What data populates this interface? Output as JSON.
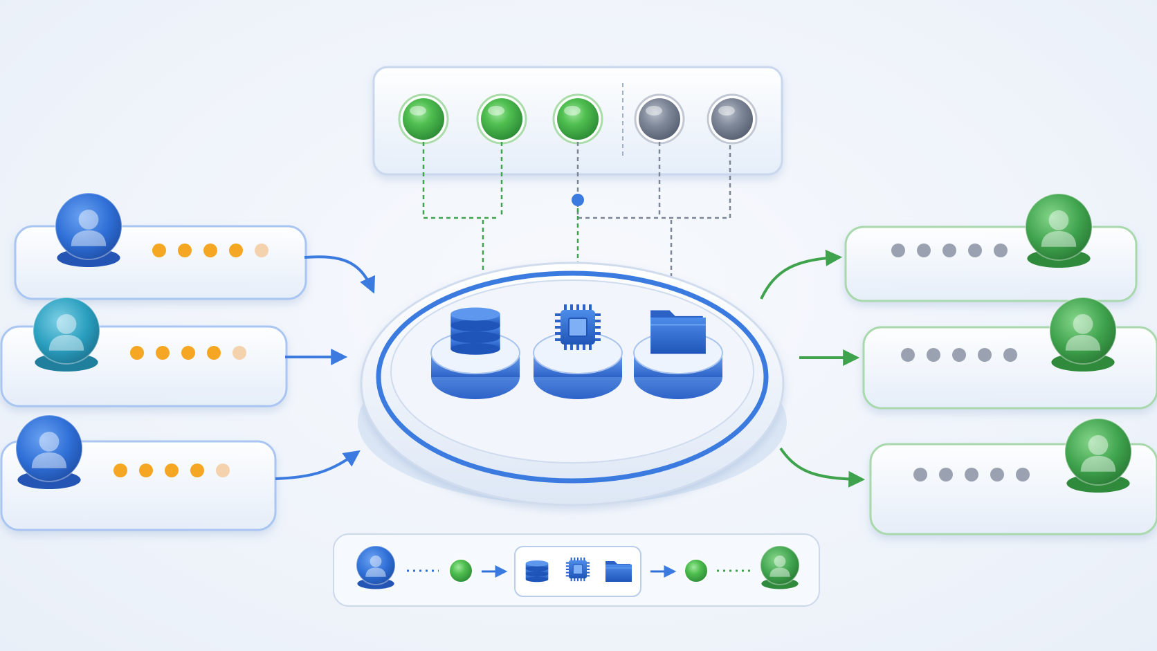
{
  "colors": {
    "blue": "#2f6fd6",
    "blue_light": "#5b95ee",
    "teal": "#2a9fbf",
    "green": "#3fa34d",
    "green_light": "#5cc35c",
    "gray": "#7c8596",
    "orange": "#f5a623",
    "orange_faded": "#f3d2ad",
    "bg": "#eef3fa"
  },
  "status_lights": [
    {
      "state": "active",
      "color": "green"
    },
    {
      "state": "active",
      "color": "green"
    },
    {
      "state": "active",
      "color": "green"
    },
    {
      "state": "inactive",
      "color": "gray"
    },
    {
      "state": "inactive",
      "color": "gray"
    }
  ],
  "hub_resources": [
    {
      "icon": "database-icon"
    },
    {
      "icon": "cpu-chip-icon"
    },
    {
      "icon": "folder-icon"
    }
  ],
  "input_users": [
    {
      "icon": "user-avatar-icon",
      "color": "blue",
      "dots": 5
    },
    {
      "icon": "user-avatar-icon",
      "color": "teal",
      "dots": 5
    },
    {
      "icon": "user-avatar-icon",
      "color": "blue",
      "dots": 5
    }
  ],
  "output_users": [
    {
      "icon": "user-avatar-icon",
      "color": "green",
      "dots": 5
    },
    {
      "icon": "user-avatar-icon",
      "color": "green",
      "dots": 5
    },
    {
      "icon": "user-avatar-icon",
      "color": "green",
      "dots": 5
    }
  ],
  "legend_flow": [
    {
      "icon": "user-avatar-icon"
    },
    {
      "icon": "status-light-icon"
    },
    {
      "icon": "database-icon"
    },
    {
      "icon": "cpu-chip-icon"
    },
    {
      "icon": "folder-icon"
    },
    {
      "icon": "status-light-icon"
    },
    {
      "icon": "user-avatar-icon"
    }
  ]
}
